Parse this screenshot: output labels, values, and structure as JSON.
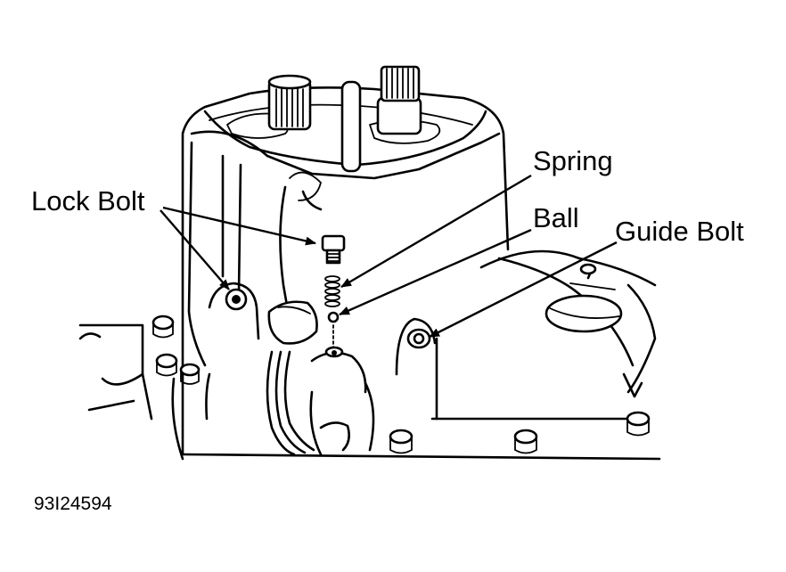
{
  "labels": {
    "lock_bolt": "Lock Bolt",
    "spring": "Spring",
    "ball": "Ball",
    "guide_bolt": "Guide Bolt"
  },
  "figure_code": "93I24594"
}
